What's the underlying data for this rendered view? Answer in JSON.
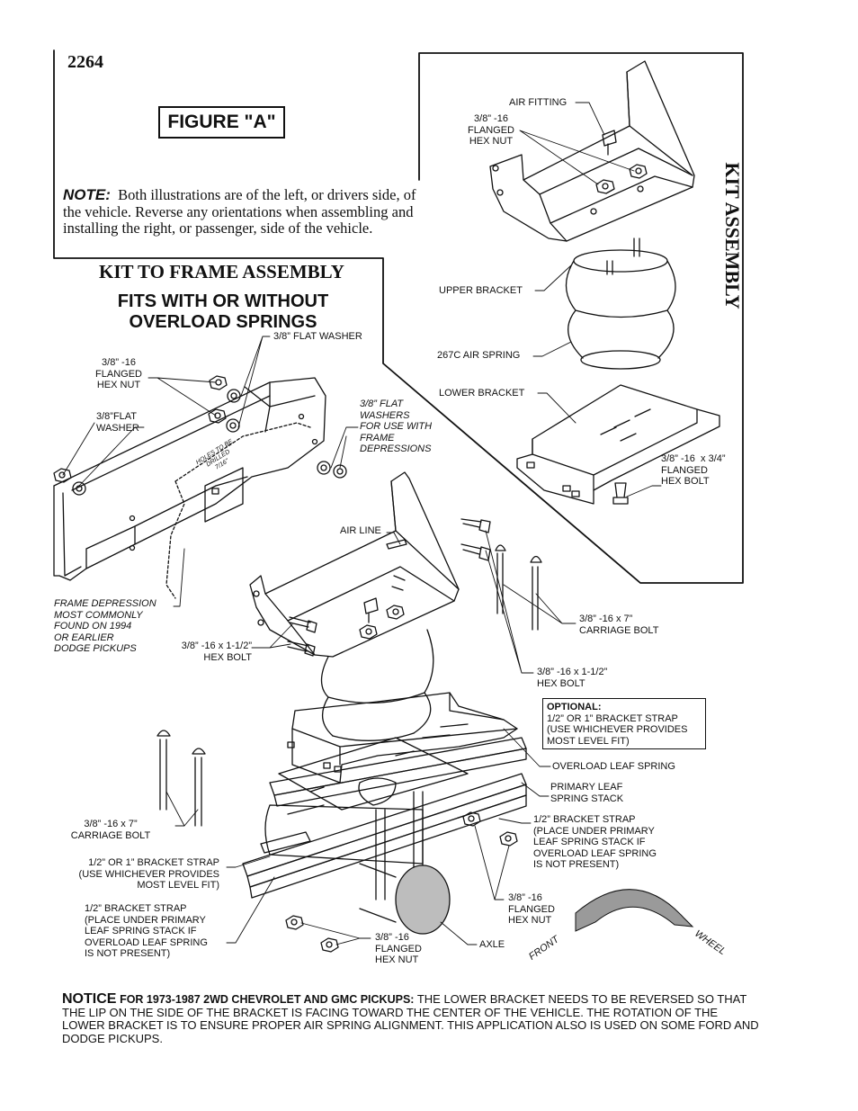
{
  "page_number": "2264",
  "figure_label": "FIGURE \"A\"",
  "note": {
    "heading": "NOTE:",
    "text": "Both illustrations are of the left, or drivers side, of the vehicle.  Reverse any orientations when assembling and installing the right, or passenger, side of the vehicle."
  },
  "titles": {
    "kit_to_frame": "KIT TO FRAME ASSEMBLY",
    "fits": "FITS WITH OR WITHOUT\nOVERLOAD SPRINGS",
    "kit_assembly": "KIT ASSEMBLY"
  },
  "labels": {
    "air_fitting": "AIR FITTING",
    "flanged_hex_nut_top": "3/8” -16\nFLANGED\nHEX NUT",
    "upper_bracket": "UPPER BRACKET",
    "air_spring": "267C AIR SPRING",
    "lower_bracket": "LOWER BRACKET",
    "flanged_hex_bolt": "3/8” -16  x 3/4”\nFLANGED\nHEX BOLT",
    "flat_washer": "3/8” FLAT WASHER",
    "flanged_hex_nut_left": "3/8” -16\nFLANGED\nHEX NUT",
    "flat_washer_left": "3/8”FLAT\nWASHER",
    "flat_washers_frame": "3/8” FLAT\nWASHERS\nFOR USE WITH\nFRAME\nDEPRESSIONS",
    "holes_to_be_drilled": "HOLES TO BE\nDRILLED\n7/16\"",
    "air_line": "AIR LINE",
    "frame_depression": "FRAME DEPRESSION\nMOST COMMONLY\nFOUND ON 1994\nOR EARLIER\nDODGE PICKUPS",
    "hex_bolt_left": "3/8” -16 x 1-1/2”\nHEX BOLT",
    "carriage_bolt_right": "3/8” -16 x 7”\nCARRIAGE BOLT",
    "hex_bolt_right": "3/8” -16 x 1-1/2”\nHEX BOLT",
    "optional_heading": "OPTIONAL:",
    "optional_text": "1/2” OR 1” BRACKET STRAP\n(USE WHICHEVER PROVIDES\nMOST LEVEL FIT)",
    "overload_leaf": "OVERLOAD LEAF SPRING",
    "primary_leaf": "PRIMARY LEAF\nSPRING STACK",
    "bracket_strap_right": "1/2” BRACKET STRAP\n(PLACE UNDER PRIMARY\nLEAF SPRING STACK IF\nOVERLOAD LEAF SPRING\nIS NOT PRESENT)",
    "carriage_bolt_left": "3/8” -16 x 7”\nCARRIAGE BOLT",
    "bracket_strap_option_left": "1/2” OR 1” BRACKET STRAP\n(USE WHICHEVER PROVIDES\nMOST LEVEL FIT)",
    "bracket_strap_left": "1/2” BRACKET STRAP\n(PLACE UNDER PRIMARY\nLEAF SPRING STACK IF\nOVERLOAD LEAF SPRING\nIS NOT PRESENT)",
    "flanged_hex_nut_bottom_right": "3/8” -16\nFLANGED\nHEX NUT",
    "flanged_hex_nut_bottom": "3/8” -16\nFLANGED\nHEX NUT",
    "axle": "AXLE",
    "front": "FRONT",
    "wheel": "WHEEL"
  },
  "footer": {
    "notice": "NOTICE",
    "heading": "FOR 1973-1987 2WD CHEVROLET AND GMC PICKUPS:",
    "text": " THE LOWER BRACKET NEEDS TO BE REVERSED SO THAT THE LIP ON THE SIDE OF THE BRACKET IS FACING TOWARD THE CENTER OF THE VEHICLE. THE ROTATION OF THE LOWER BRACKET IS TO ENSURE PROPER AIR SPRING ALIGNMENT. THIS APPLICATION ALSO IS USED ON SOME FORD AND DODGE PICKUPS."
  },
  "colors": {
    "ink": "#111111",
    "arrow_gray": "#9a9a9a",
    "axle_shade": "#bdbdbd"
  }
}
